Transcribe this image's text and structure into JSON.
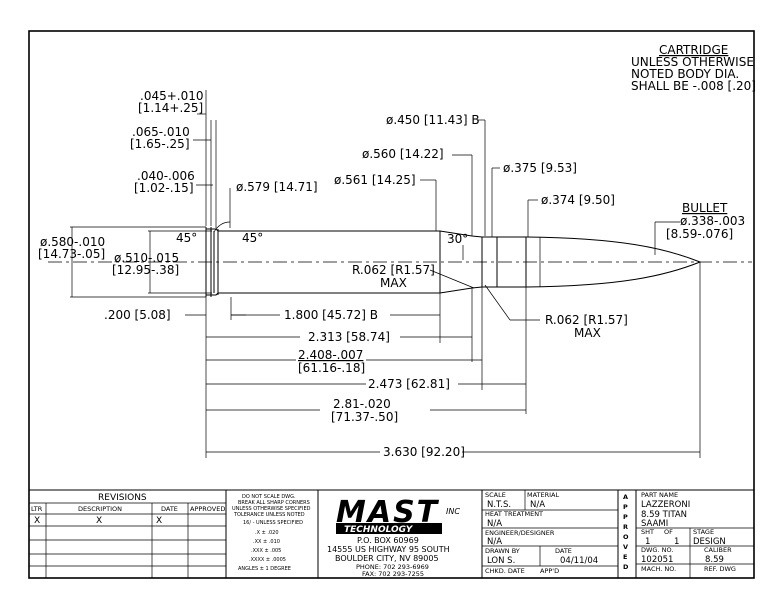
{
  "notes": {
    "heading": "CARTRIDGE",
    "line1": "UNLESS OTHERWISE",
    "line2": "NOTED BODY DIA.",
    "line3": "SHALL BE -.008 [.20]"
  },
  "bullet": {
    "heading": "BULLET",
    "dim1": "ø.338-.003",
    "dim2": "[8.59-.076]"
  },
  "dims": {
    "rim_thk_1": ".045+.010",
    "rim_thk_2": "[1.14+.25]",
    "groove_w_1": ".065-.010",
    "groove_w_2": "[1.65-.25]",
    "groove_d_1": ".040-.006",
    "groove_d_2": "[1.02-.15]",
    "base_dia": "ø.579 [14.71]",
    "sh_dia_450": "ø.450 [11.43] B",
    "sh_dia_560": "ø.560 [14.22]",
    "sh_dia_561": "ø.561 [14.25]",
    "neck_375": "ø.375 [9.53]",
    "neck_374": "ø.374 [9.50]",
    "rim_dia_1": "ø.580-.010",
    "rim_dia_2": "[14.73-.05]",
    "groove_dia_1": "ø.510-.015",
    "groove_dia_2": "[12.95-.38]",
    "angle_45_a": "45°",
    "angle_45_b": "45°",
    "angle_30": "30°",
    "r062_a_1": "R.062 [R1.57]",
    "r062_a_2": "MAX",
    "r062_b_1": "R.062 [R1.57]",
    "r062_b_2": "MAX",
    "len_200": ".200 [5.08]",
    "len_1800": "1.800 [45.72] B",
    "len_2313": "2.313 [58.74]",
    "len_2408_1": "2.408-.007",
    "len_2408_2": "[61.16-.18]",
    "len_2473": "2.473 [62.81]",
    "len_281_1": "2.81-.020",
    "len_281_2": "[71.37-.50]",
    "len_3630": "3.630 [92.20]"
  },
  "revisions": {
    "title": "REVISIONS",
    "headers": [
      "LTR",
      "DESCRIPTION",
      "DATE",
      "APPROVED"
    ],
    "row": [
      "X",
      "X",
      "X",
      ""
    ]
  },
  "tolerance": {
    "line1": "DO NOT SCALE DWG.",
    "line2": "BREAK ALL SHARP CORNERS",
    "line3": "UNLESS OTHERWISE SPECIFIED",
    "line4": "TOLERANCE UNLESS NOTED",
    "line5": "16/ - UNLESS SPECIFIED",
    "line6": ".X ± .020",
    "line7": ".XX ± .010",
    "line8": ".XXX ± .005",
    "line9": ".XXXX ± .0005",
    "line10": "ANGLES ± 1 DEGREE"
  },
  "company": {
    "logo_top": "MAST",
    "logo_mid": "TECHNOLOGY",
    "logo_inc": "INC",
    "address1": "P.O. BOX 60969",
    "address2": "14555 US HIGHWAY 95 SOUTH",
    "address3": "BOULDER CITY, NV 89005",
    "phone": "PHONE: 702 293-6969",
    "fax": "FAX: 702 293-7255"
  },
  "title_block": {
    "scale_label": "SCALE",
    "scale": "N.T.S.",
    "material_label": "MATERIAL",
    "material": "N/A",
    "heat_label": "HEAT TREATMENT",
    "heat": "N/A",
    "engineer_label": "ENGINEER/DESIGNER",
    "engineer": "N/A",
    "drawn_label": "DRAWN BY",
    "drawn": "LON S.",
    "date_label": "DATE",
    "date": "04/11/04",
    "chkd_label": "CHKD. DATE",
    "appd_label": "APP'D",
    "approved_letters": [
      "A",
      "P",
      "P",
      "R",
      "O",
      "V",
      "E",
      "D"
    ],
    "part_label": "PART NAME",
    "part_1": "LAZZERONI",
    "part_2": "8.59 TITAN",
    "part_3": "SAAMI",
    "sht_label": "SHT",
    "of_label": "OF",
    "sht": "1",
    "of": "1",
    "stage_label": "STAGE",
    "stage": "DESIGN",
    "dwg_label": "DWG. NO.",
    "dwg": "102051",
    "caliber_label": "CALIBER",
    "caliber": "8.59",
    "mach_label": "MACH. NO.",
    "ref_label": "REF. DWG"
  }
}
